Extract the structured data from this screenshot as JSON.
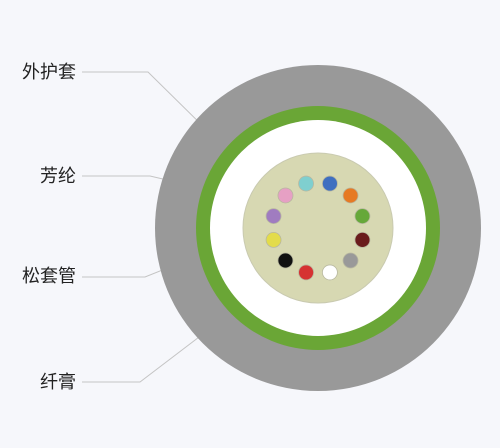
{
  "labels": {
    "outer_jacket": "外护套",
    "aramid_yarn": "芳纶",
    "loose_tube": "松套管",
    "fiber_gel": "纤膏"
  },
  "colors": {
    "background": "#f6f7fb",
    "outer_jacket": "#999999",
    "aramid_ring": "#6aa636",
    "loose_tube_white": "#ffffff",
    "gel_fill": "#d7d8b2",
    "leader_line": "#c4c4c4"
  },
  "fibers": [
    {
      "name": "cyan-fiber",
      "color": "#7fcfcf"
    },
    {
      "name": "blue-fiber",
      "color": "#3f6fc0"
    },
    {
      "name": "orange-fiber",
      "color": "#e67a24"
    },
    {
      "name": "green-fiber",
      "color": "#66a83a"
    },
    {
      "name": "darkred-fiber",
      "color": "#6a1c1c"
    },
    {
      "name": "gray-fiber",
      "color": "#999999"
    },
    {
      "name": "white-fiber",
      "color": "#ffffff"
    },
    {
      "name": "red-fiber",
      "color": "#d63232"
    },
    {
      "name": "black-fiber",
      "color": "#111111"
    },
    {
      "name": "yellow-fiber",
      "color": "#e3dc4a"
    },
    {
      "name": "purple-fiber",
      "color": "#a07cc0"
    },
    {
      "name": "pink-fiber",
      "color": "#e6a0c4"
    }
  ]
}
